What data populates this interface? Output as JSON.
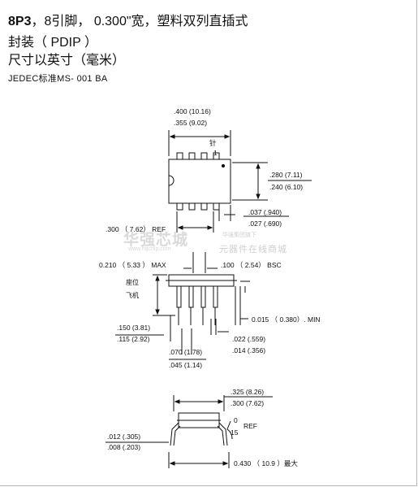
{
  "header": {
    "line1_bold": "8P3",
    "line1_rest": "，8引脚， 0.300\"宽，塑料双列直插式",
    "line2": "封装（ PDIP ）",
    "line3": "尺寸以英寸（毫米）",
    "line4": "JEDEC标准MS- 001 BA"
  },
  "dims": {
    "top_width_max": ".400 (10.16)",
    "top_width_min": ".355 (9.02)",
    "pin_label": "针",
    "pin_one": "1",
    "body_width_max": ".280 (7.11)",
    "body_width_min": ".240 (6.10)",
    "end_gap_max": ".037 (.940)",
    "end_gap_min": ".027 (.690)",
    "row_spacing": ".300 （ 7.62） REF",
    "height_max": "0.210 （ 5.33 ） MAX",
    "pitch": ".100 （ 2.54） BSC",
    "seating_label": "座位",
    "plane_label": "飞机",
    "min_standoff": "0.015 （ 0.380）. MIN",
    "lead_len_max": ".150 (3.81)",
    "lead_len_min": ".115 (2.92)",
    "lead_w_max": ".022 (.559)",
    "lead_w_min": ".014 (.356)",
    "shoulder_max": ".070 (1.78)",
    "shoulder_min": ".045 (1.14)",
    "end_span_max": ".325 (8.26)",
    "end_span_min": ".300 (7.62)",
    "angle_zero": "0",
    "angle_ref": "REF",
    "angle_fifteen": "15",
    "lead_thk_max": ".012 (.305)",
    "lead_thk_min": ".008 (.203)",
    "overall_max": "0.430 （ 10.9 ）最大"
  },
  "watermark": {
    "brand": "华强芯城",
    "url": "www.hqchip.com",
    "tag_small": "华强集团旗下",
    "tag_big": "元器件在线商城"
  }
}
